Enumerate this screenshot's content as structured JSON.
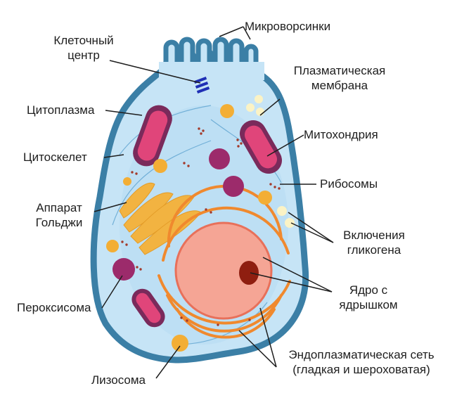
{
  "labels": {
    "microvilli": "Микроворсинки",
    "centrosome": [
      "Клеточный",
      "центр"
    ],
    "plasma_membrane": [
      "Плазматическая",
      "мембрана"
    ],
    "cytoplasm": "Цитоплазма",
    "mitochondrion": "Митохондрия",
    "cytoskeleton": "Цитоскелет",
    "ribosomes": "Рибосомы",
    "golgi": [
      "Аппарат",
      "Гольджи"
    ],
    "glycogen": [
      "Включения",
      "гликогена"
    ],
    "nucleus": [
      "Ядро с",
      "ядрышком"
    ],
    "peroxisome": "Пероксисома",
    "er": [
      "Эндоплазматическая сеть",
      "(гладкая и шероховатая)"
    ],
    "lysosome": "Лизосома"
  },
  "colors": {
    "membrane": "#3b7fa6",
    "cytoplasm": "#c6e4f6",
    "mitochondrion_outer": "#7a2a5b",
    "mitochondrion_inner": "#e0457a",
    "golgi": "#f2b341",
    "er": "#f0892e",
    "nucleus": "#f5a595",
    "nucleolus": "#8f1e10",
    "peroxisome": "#9c2b6b",
    "lysosome": "#f3ae35",
    "glycogen": "#fbf3c5",
    "centrosome": "#1f2fb5",
    "ribosome": "#a33a2a"
  }
}
